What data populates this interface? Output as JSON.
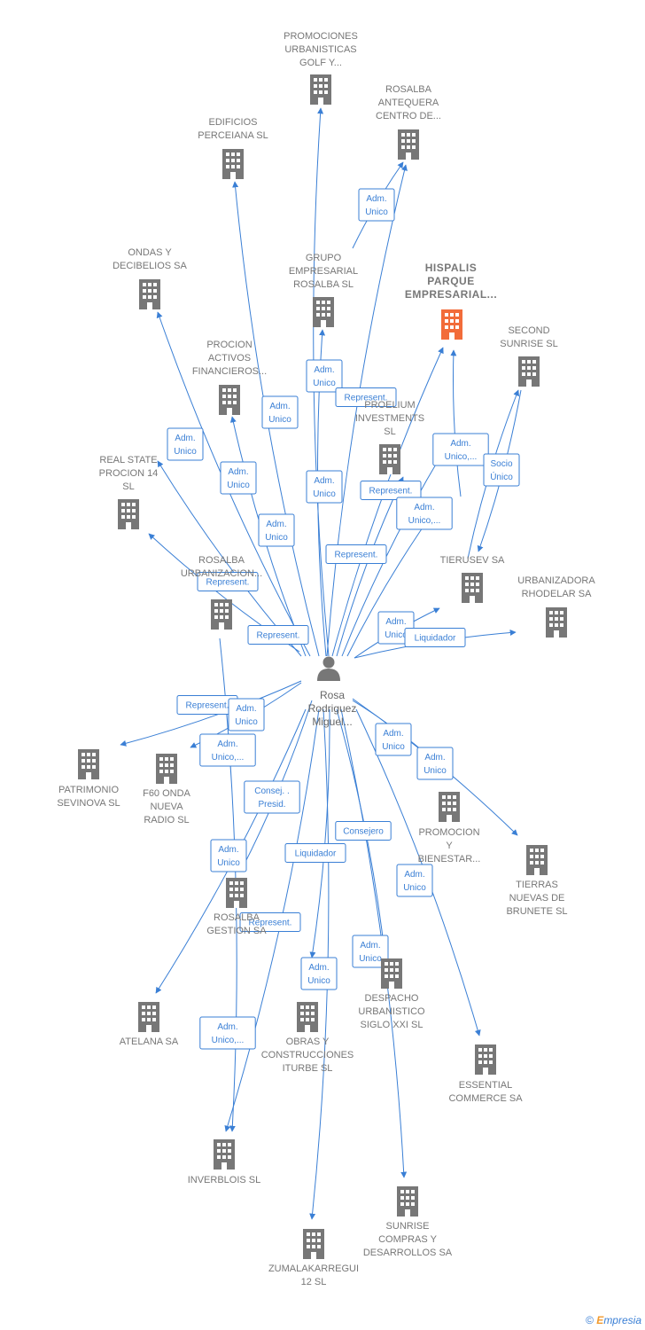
{
  "colors": {
    "edge": "#3a7fd5",
    "building": "#777777",
    "building_highlight": "#f26c3a",
    "person": "#777777",
    "brand_accent": "#f29a2e"
  },
  "person": {
    "icon": "person-icon",
    "lines": [
      "Rosa",
      "Rodriguez",
      "Miguel..."
    ]
  },
  "companies": [
    {
      "id": "promociones",
      "lines": [
        "PROMOCIONES",
        "URBANISTICAS",
        "GOLF Y..."
      ],
      "highlight": false
    },
    {
      "id": "rosalba_antequera",
      "lines": [
        "ROSALBA",
        "ANTEQUERA",
        "CENTRO DE..."
      ],
      "highlight": false
    },
    {
      "id": "edificios",
      "lines": [
        "EDIFICIOS",
        "PERCEIANA SL"
      ],
      "highlight": false
    },
    {
      "id": "ondas",
      "lines": [
        "ONDAS Y",
        "DECIBELIOS SA"
      ],
      "highlight": false
    },
    {
      "id": "grupo_rosalba",
      "lines": [
        "GRUPO",
        "EMPRESARIAL",
        "ROSALBA SL"
      ],
      "highlight": false
    },
    {
      "id": "hispalis",
      "lines": [
        "HISPALIS",
        "PARQUE",
        "EMPRESARIAL..."
      ],
      "highlight": true
    },
    {
      "id": "second_sunrise",
      "lines": [
        "SECOND",
        "SUNRISE  SL"
      ],
      "highlight": false
    },
    {
      "id": "procion_activos",
      "lines": [
        "PROCION",
        "ACTIVOS",
        "FINANCIEROS..."
      ],
      "highlight": false
    },
    {
      "id": "proelium",
      "lines": [
        "PROELIUM",
        "INVESTMENTS",
        "SL"
      ],
      "highlight": false
    },
    {
      "id": "real_state",
      "lines": [
        "REAL STATE",
        "PROCION 14",
        "SL"
      ],
      "highlight": false
    },
    {
      "id": "tierusev",
      "lines": [
        "TIERUSEV SA"
      ],
      "highlight": false
    },
    {
      "id": "rhodelar",
      "lines": [
        "URBANIZADORA",
        "RHODELAR SA"
      ],
      "highlight": false
    },
    {
      "id": "rosalba_urbanizacion",
      "lines": [
        "ROSALBA",
        "URBANIZACION..."
      ],
      "highlight": false
    },
    {
      "id": "patrimonio",
      "lines": [
        "PATRIMONIO",
        "SEVINOVA SL"
      ],
      "highlight": false
    },
    {
      "id": "f60",
      "lines": [
        "F60 ONDA",
        "NUEVA",
        "RADIO SL"
      ],
      "highlight": false
    },
    {
      "id": "promocion_bienestar",
      "lines": [
        "PROMOCION",
        "Y",
        "BIENESTAR..."
      ],
      "highlight": false
    },
    {
      "id": "tierras",
      "lines": [
        "TIERRAS",
        "NUEVAS DE",
        "BRUNETE SL"
      ],
      "highlight": false
    },
    {
      "id": "rosalba_gestion",
      "lines": [
        "ROSALBA",
        "GESTION SA"
      ],
      "highlight": false
    },
    {
      "id": "despacho",
      "lines": [
        "DESPACHO",
        "URBANISTICO",
        "SIGLO XXI  SL"
      ],
      "highlight": false
    },
    {
      "id": "atelana",
      "lines": [
        "ATELANA SA"
      ],
      "highlight": false
    },
    {
      "id": "obras",
      "lines": [
        "OBRAS Y",
        "CONSTRUCCIONES",
        "ITURBE SL"
      ],
      "highlight": false
    },
    {
      "id": "essential",
      "lines": [
        "ESSENTIAL",
        "COMMERCE SA"
      ],
      "highlight": false
    },
    {
      "id": "inverblois",
      "lines": [
        "INVERBLOIS SL"
      ],
      "highlight": false
    },
    {
      "id": "sunrise_compras",
      "lines": [
        "SUNRISE",
        "COMPRAS Y",
        "DESARROLLOS SA"
      ],
      "highlight": false
    },
    {
      "id": "zumalakarregui",
      "lines": [
        "ZUMALAKARREGUI",
        "12 SL"
      ],
      "highlight": false
    }
  ],
  "edge_labels": [
    {
      "lines": [
        "Adm.",
        "Unico"
      ]
    },
    {
      "lines": [
        "Adm.",
        "Unico"
      ]
    },
    {
      "lines": [
        "Adm.",
        "Unico"
      ]
    },
    {
      "lines": [
        "Represent."
      ]
    },
    {
      "lines": [
        "Adm.",
        "Unico"
      ]
    },
    {
      "lines": [
        "Adm.",
        "Unico,..."
      ]
    },
    {
      "lines": [
        "Socio",
        "Único"
      ]
    },
    {
      "lines": [
        "Adm.",
        "Unico"
      ]
    },
    {
      "lines": [
        "Adm.",
        "Unico"
      ]
    },
    {
      "lines": [
        "Represent."
      ]
    },
    {
      "lines": [
        "Adm.",
        "Unico"
      ]
    },
    {
      "lines": [
        "Adm.",
        "Unico,..."
      ]
    },
    {
      "lines": [
        "Represent."
      ]
    },
    {
      "lines": [
        "Represent."
      ]
    },
    {
      "lines": [
        "Represent."
      ]
    },
    {
      "lines": [
        "Adm.",
        "Unico"
      ]
    },
    {
      "lines": [
        "Liquidador"
      ]
    },
    {
      "lines": [
        "Represent."
      ]
    },
    {
      "lines": [
        "Adm.",
        "Unico"
      ]
    },
    {
      "lines": [
        "Adm.",
        "Unico,..."
      ]
    },
    {
      "lines": [
        "Adm.",
        "Unico"
      ]
    },
    {
      "lines": [
        "Adm.",
        "Unico"
      ]
    },
    {
      "lines": [
        "Consej. .",
        "Presid."
      ]
    },
    {
      "lines": [
        "Consejero"
      ]
    },
    {
      "lines": [
        "Liquidador"
      ]
    },
    {
      "lines": [
        "Adm.",
        "Unico"
      ]
    },
    {
      "lines": [
        "Adm.",
        "Unico"
      ]
    },
    {
      "lines": [
        "Represent."
      ]
    },
    {
      "lines": [
        "Adm.",
        "Unico"
      ]
    },
    {
      "lines": [
        "Adm.",
        "Unico"
      ]
    },
    {
      "lines": [
        "Adm.",
        "Unico,..."
      ]
    }
  ],
  "footer": {
    "copyright": "©",
    "brand_e": "E",
    "brand_rest": "mpresia"
  }
}
